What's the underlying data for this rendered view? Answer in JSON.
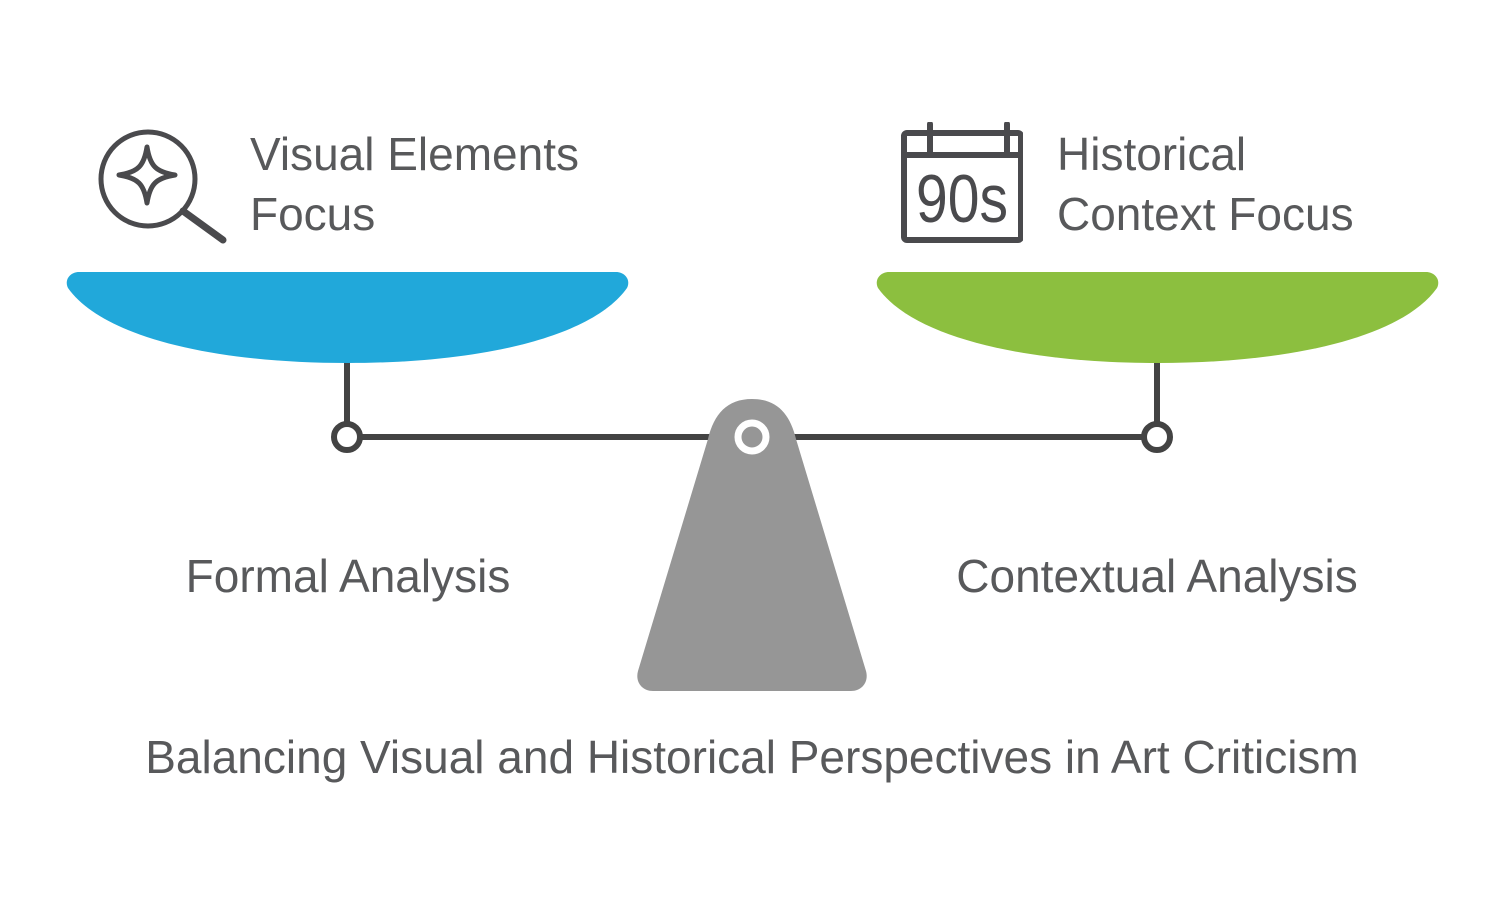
{
  "colors": {
    "background": "#FFFFFF",
    "left_pan": "#21A8DA",
    "right_pan": "#8CBF3F",
    "fulcrum": "#969696",
    "line": "#434343",
    "icon_stroke": "#4A4A4D",
    "text": "#58595B",
    "ring": "#FFFFFF"
  },
  "left_side": {
    "icon": "sparkle-magnifier-icon",
    "label": {
      "line1": "Visual Elements",
      "line2": "Focus"
    },
    "analysis_label": "Formal Analysis"
  },
  "right_side": {
    "icon": "calendar-icon",
    "icon_text": "90s",
    "label": {
      "line1": "Historical",
      "line2": "Context Focus"
    },
    "analysis_label": "Contextual Analysis"
  },
  "caption": "Balancing Visual and Historical Perspectives in Art Criticism"
}
